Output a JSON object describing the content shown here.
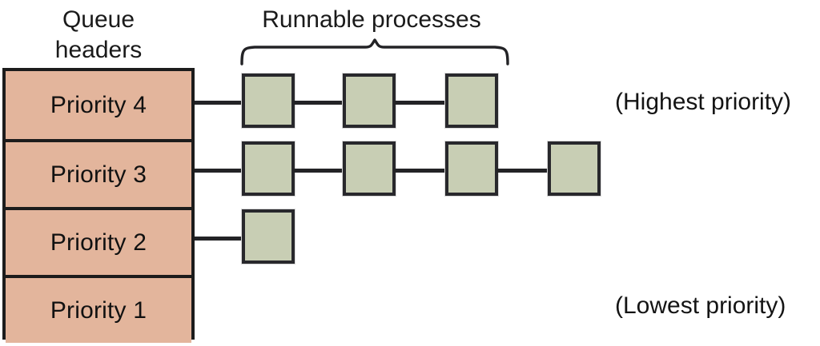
{
  "diagram": {
    "title_left": "Queue\nheaders",
    "title_center": "Runnable processes",
    "queue_header_fill": "#E3B59C",
    "process_box_fill": "#C8CEB4",
    "stroke_color": "#1C1C1C",
    "background": "#FFFFFF"
  },
  "queues": [
    {
      "label": "Priority 4",
      "runnable_process_count": 3,
      "note": "(Highest priority)"
    },
    {
      "label": "Priority 3",
      "runnable_process_count": 4,
      "note": ""
    },
    {
      "label": "Priority 2",
      "runnable_process_count": 1,
      "note": ""
    },
    {
      "label": "Priority 1",
      "runnable_process_count": 0,
      "note": "(Lowest priority)"
    }
  ],
  "side_labels": {
    "highest": "(Highest priority)",
    "lowest": "(Lowest priority)"
  },
  "brace": {
    "name": "curly-brace",
    "spans_label": "Runnable processes"
  }
}
